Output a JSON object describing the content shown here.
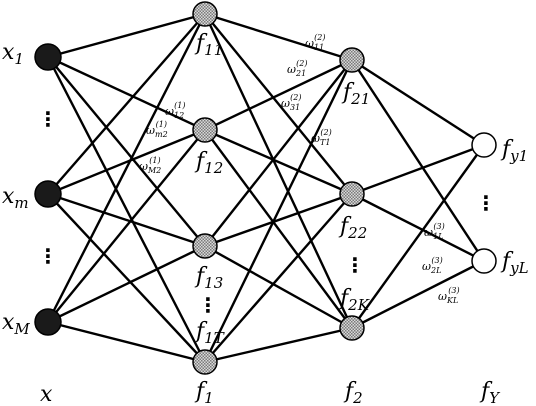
{
  "layers": {
    "input": {
      "label": "x",
      "nodes": [
        {
          "id": "x1",
          "base": "x",
          "sub": "1"
        },
        {
          "id": "xm",
          "base": "x",
          "sub": "m"
        },
        {
          "id": "xM",
          "base": "x",
          "sub": "M"
        }
      ]
    },
    "hidden1": {
      "label": "f",
      "label_sub": "1",
      "nodes": [
        {
          "id": "f11",
          "base": "f",
          "sub": "11"
        },
        {
          "id": "f12",
          "base": "f",
          "sub": "12"
        },
        {
          "id": "f13",
          "base": "f",
          "sub": "13"
        },
        {
          "id": "f1T",
          "base": "f",
          "sub": "1T"
        }
      ]
    },
    "hidden2": {
      "label": "f",
      "label_sub": "2",
      "nodes": [
        {
          "id": "f21",
          "base": "f",
          "sub": "21"
        },
        {
          "id": "f22",
          "base": "f",
          "sub": "22"
        },
        {
          "id": "f2K",
          "base": "f",
          "sub": "2K"
        }
      ]
    },
    "output": {
      "label": "f",
      "label_sub": "Y",
      "nodes": [
        {
          "id": "fy1",
          "base": "f",
          "sub": "y1"
        },
        {
          "id": "fyL",
          "base": "f",
          "sub": "yL"
        }
      ]
    }
  },
  "weights": {
    "w12_1": {
      "base": "ω",
      "sub": "12",
      "sup": "(1)"
    },
    "wm2_1": {
      "base": "ω",
      "sub": "m2",
      "sup": "(1)"
    },
    "wM2_1": {
      "base": "ω",
      "sub": "M2",
      "sup": "(1)"
    },
    "w11_2": {
      "base": "ω",
      "sub": "11",
      "sup": "(2)"
    },
    "w21_2": {
      "base": "ω",
      "sub": "21",
      "sup": "(2)"
    },
    "w31_2": {
      "base": "ω",
      "sub": "31",
      "sup": "(2)"
    },
    "wT1_2": {
      "base": "ω",
      "sub": "T1",
      "sup": "(2)"
    },
    "w1L_3": {
      "base": "ω",
      "sub": "1L",
      "sup": "(3)"
    },
    "w2L_3": {
      "base": "ω",
      "sub": "2L",
      "sup": "(3)"
    },
    "wKL_3": {
      "base": "ω",
      "sub": "KL",
      "sup": "(3)"
    }
  },
  "ellipsis": "⋮"
}
